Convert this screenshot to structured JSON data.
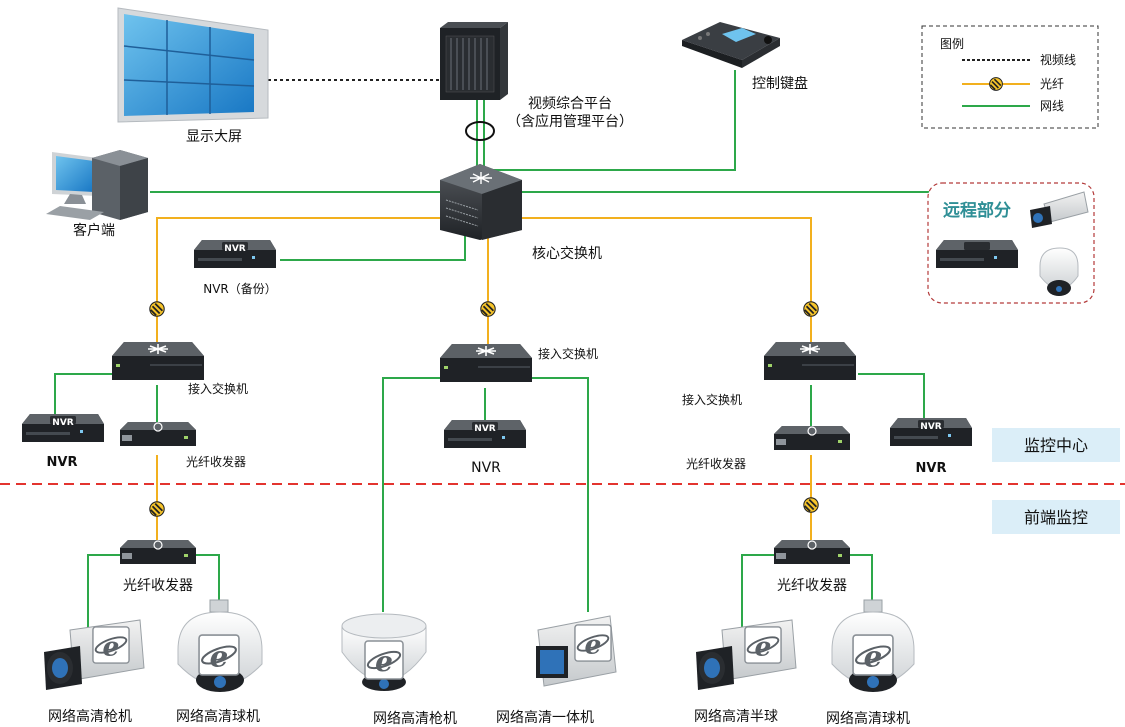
{
  "legend": {
    "title": "图例",
    "items": [
      {
        "label": "视频线",
        "style": "dotted",
        "color": "#222222"
      },
      {
        "label": "光纤",
        "style": "fiber",
        "color": "#f2b01e"
      },
      {
        "label": "网线",
        "style": "solid",
        "color": "#2da84a"
      }
    ]
  },
  "colors": {
    "fiber": "#f2b01e",
    "network": "#2da84a",
    "video": "#222222",
    "zone_divider": "#e3342f",
    "zone_label_bg": "#dbeef8",
    "remote_accent": "#2f8f96"
  },
  "top": {
    "display_wall": "显示大屏",
    "platform_line1": "视频综合平台",
    "platform_line2": "（含应用管理平台）",
    "control_keyboard": "控制键盘",
    "client": "客户端",
    "core_switch": "核心交换机",
    "nvr_backup": "NVR（备份）"
  },
  "remote": {
    "title": "远程部分"
  },
  "center": {
    "left_access_switch": "接入交换机",
    "mid_access_switch": "接入交换机",
    "right_access_switch": "接入交换机",
    "left_nvr": "NVR",
    "mid_nvr": "NVR",
    "right_nvr": "NVR",
    "left_transceiver": "光纤收发器",
    "right_transceiver": "光纤收发器",
    "nvr_badge": "NVR"
  },
  "zones": {
    "monitor_center": "监控中心",
    "front_end": "前端监控"
  },
  "front": {
    "left_transceiver": "光纤收发器",
    "right_transceiver": "光纤收发器",
    "cameras": [
      "网络高清枪机",
      "网络高清球机",
      "网络高清枪机",
      "网络高清一体机",
      "网络高清半球",
      "网络高清球机"
    ]
  }
}
